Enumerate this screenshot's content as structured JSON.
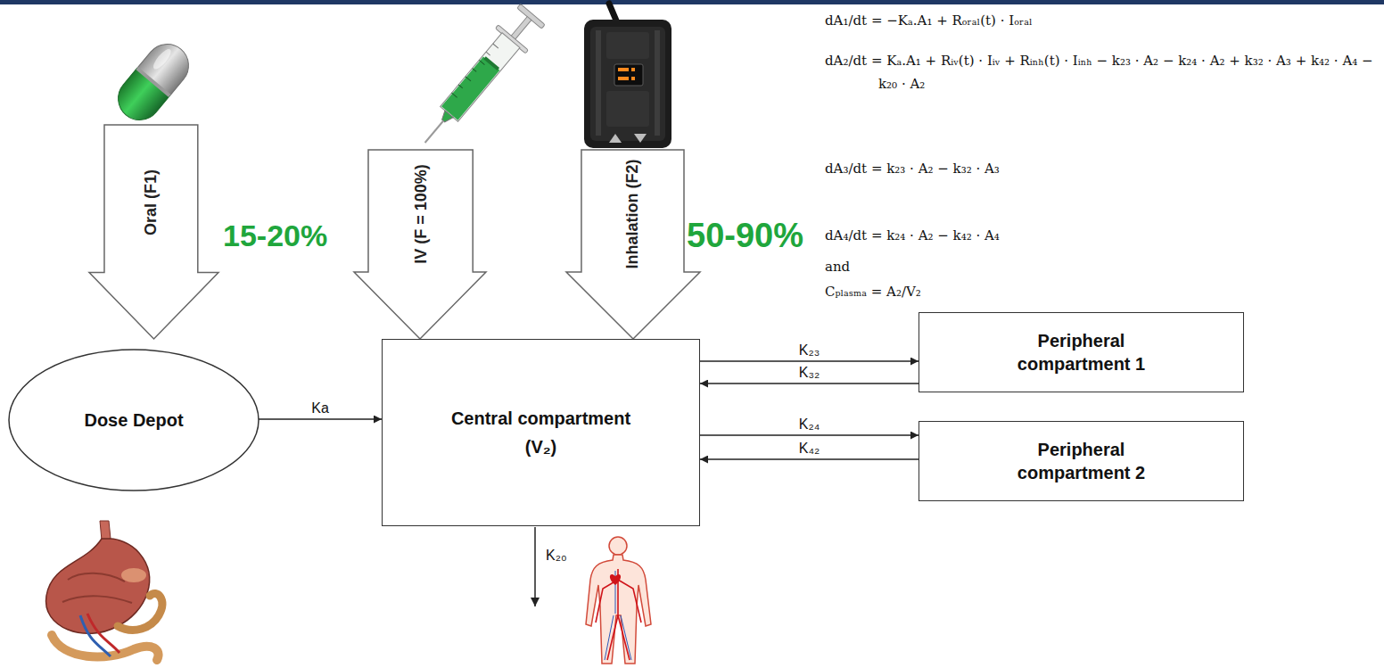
{
  "diagram": {
    "nodes": [
      {
        "text": [
          "Oral (F1)"
        ]
      },
      {
        "text": [
          "IV (F = 100%)"
        ]
      },
      {
        "text": [
          "Inhalation (F2)"
        ]
      },
      {
        "text": [
          "Dose Depot"
        ]
      },
      {
        "text": [
          "Central compartment (V₂)"
        ]
      },
      {
        "text": [
          "Peripheral compartment 1"
        ]
      },
      {
        "text": [
          "Peripheral compartment 2"
        ]
      }
    ],
    "edges": [
      {
        "from": 3,
        "to": 4,
        "label": "Ka",
        "arrow": "to"
      },
      {
        "from": 4,
        "to": 5,
        "label": "K₂₃",
        "arrow": "to"
      },
      {
        "from": 5,
        "to": 4,
        "label": "K₃₂",
        "arrow": "to"
      },
      {
        "from": 4,
        "to": 6,
        "label": "K₂₄",
        "arrow": "to"
      },
      {
        "from": 6,
        "to": 4,
        "label": "K₄₂",
        "arrow": "to"
      }
    ],
    "labels": [
      "15-20%",
      "50-90%",
      "dA₁/dt = −Kₐ.A₁ + Rₒᵣₐₗ(t) · Iₒᵣₐₗ",
      "dA₂/dt = Kₐ.A₁ + Rᵢᵥ(t) · Iᵢᵥ + Rᵢₙₕ(t) · Iᵢₙₕ − k₂₃ · A₂ − k₂₄ · A₂ + k₃₂ · A₃ + k₄₂ · A₄ − k₂₀ · A₂",
      "dA₃/dt = k₂₃ · A₂ − k₃₂ · A₃",
      "dA₄/dt = k₂₄ · A₂ − k₄₂ · A₄",
      "and",
      "Cₚₗₐₛₘₐ = A₂/V₂",
      "K₂₀"
    ]
  }
}
